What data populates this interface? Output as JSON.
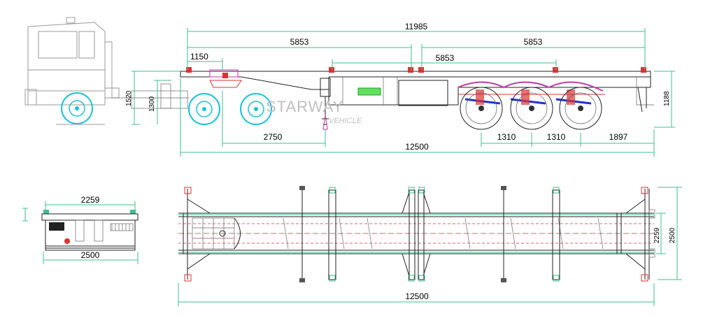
{
  "title": "",
  "side_view": {
    "dim_overall_top": "11985",
    "dim_left_half": "5853",
    "dim_right_half": "5853",
    "dim_mid_span": "5853",
    "dim_kingpin_offset": "1150",
    "dim_height_left": "1300",
    "dim_height_left2": "1520",
    "dim_height_right": "1188",
    "dim_landing_gear": "2750",
    "dim_axle_spacing_1": "1310",
    "dim_axle_spacing_2": "1310",
    "dim_rear_overhang": "1897",
    "dim_overall_length": "12500",
    "watermark": "STARWAY",
    "watermark_sub": "VEHICLE"
  },
  "rear_view": {
    "dim_top_width": "2259",
    "dim_bottom_width": "2500"
  },
  "plan_view": {
    "dim_overall_length": "12500",
    "dim_inner_width": "2259",
    "dim_outer_width": "2500"
  },
  "colors": {
    "dimension_line": "#3fbf8f",
    "wheel": "#19c3d6",
    "suspension": "#2233cc",
    "spring": "#c23aa8",
    "twist_lock": "#cc2222",
    "toolbox": "#33cc33"
  }
}
